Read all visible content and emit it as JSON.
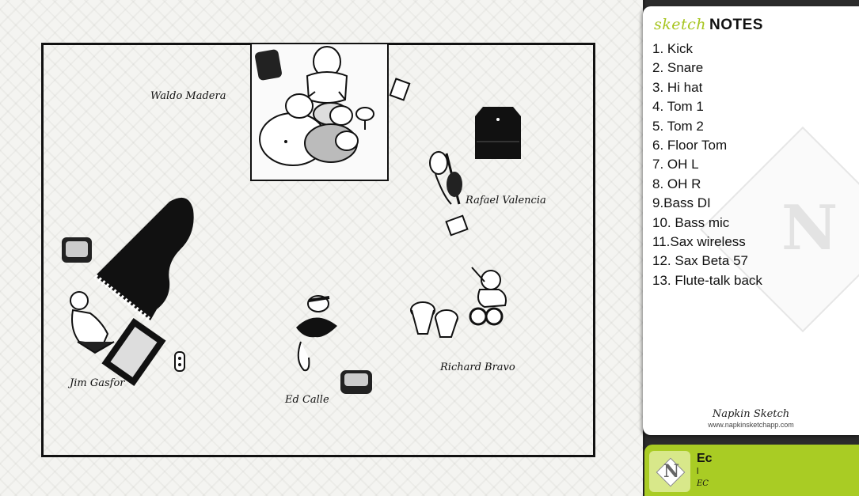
{
  "stage": {
    "musicians": {
      "drummer": "Waldo Madera",
      "bassist": "Rafael Valencia",
      "pianist": "Jim Gasfor",
      "sax": "Ed Calle",
      "percussion": "Richard Bravo"
    }
  },
  "notes": {
    "title_sketch": "sketch",
    "title_notes": "NOTES",
    "items": [
      "1. Kick",
      "2. Snare",
      "3. Hi hat",
      "4. Tom 1",
      "5. Tom 2",
      "6. Floor Tom",
      "7. OH L",
      "8. OH R",
      "9.Bass DI",
      "10. Bass mic",
      "11.Sax wireless",
      "12. Sax Beta 57",
      "13. Flute-talk back"
    ],
    "brand_name": "Napkin Sketch",
    "brand_url": "www.napkinsketchapp.com"
  },
  "card": {
    "title": "Ec",
    "subtitle": "l",
    "initials": "EC",
    "logo_letter": "N"
  },
  "colors": {
    "accent": "#a9cc24",
    "sketch_green": "#a7c520",
    "ink": "#111111"
  }
}
